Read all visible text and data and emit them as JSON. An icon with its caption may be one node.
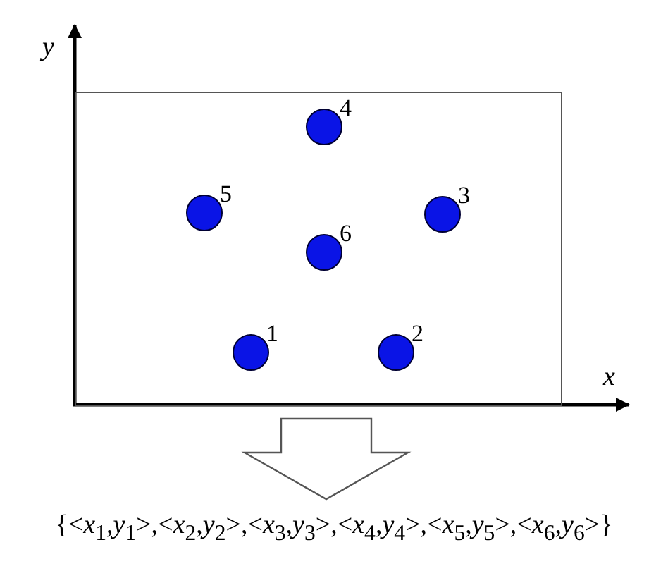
{
  "diagram": {
    "nodes": [
      {
        "text": [],
        "shape": "box"
      },
      {
        "text": [],
        "shape": "circle",
        "beside": [
          "4"
        ],
        "in": 0
      },
      {
        "text": [],
        "shape": "circle",
        "beside": [
          "5"
        ],
        "in": 0
      },
      {
        "text": [],
        "shape": "circle",
        "beside": [
          "3"
        ],
        "in": 0
      },
      {
        "text": [],
        "shape": "circle",
        "beside": [
          "6"
        ],
        "in": 0
      },
      {
        "text": [],
        "shape": "circle",
        "beside": [
          "1"
        ],
        "in": 0
      },
      {
        "text": [],
        "shape": "circle",
        "beside": [
          "2"
        ],
        "in": 0
      },
      {
        "text": [
          "{<*x*$_{1}$,*y*$_{1}$>,<*x*$_{2}$,*y*$_{2}$>,<*x*$_{3}$,*y*$_{3}$>,<*x*$_{4}$,*y*$_{4}$>,<*x*$_{5}$,*y*$_{5}$>,<*x*$_{6}$,*y*$_{6}$>}"
        ]
      }
    ],
    "edges": [
      {
        "from": 0,
        "to": 7,
        "arrow": "to"
      }
    ],
    "labels": [
      "y",
      "x"
    ]
  }
}
